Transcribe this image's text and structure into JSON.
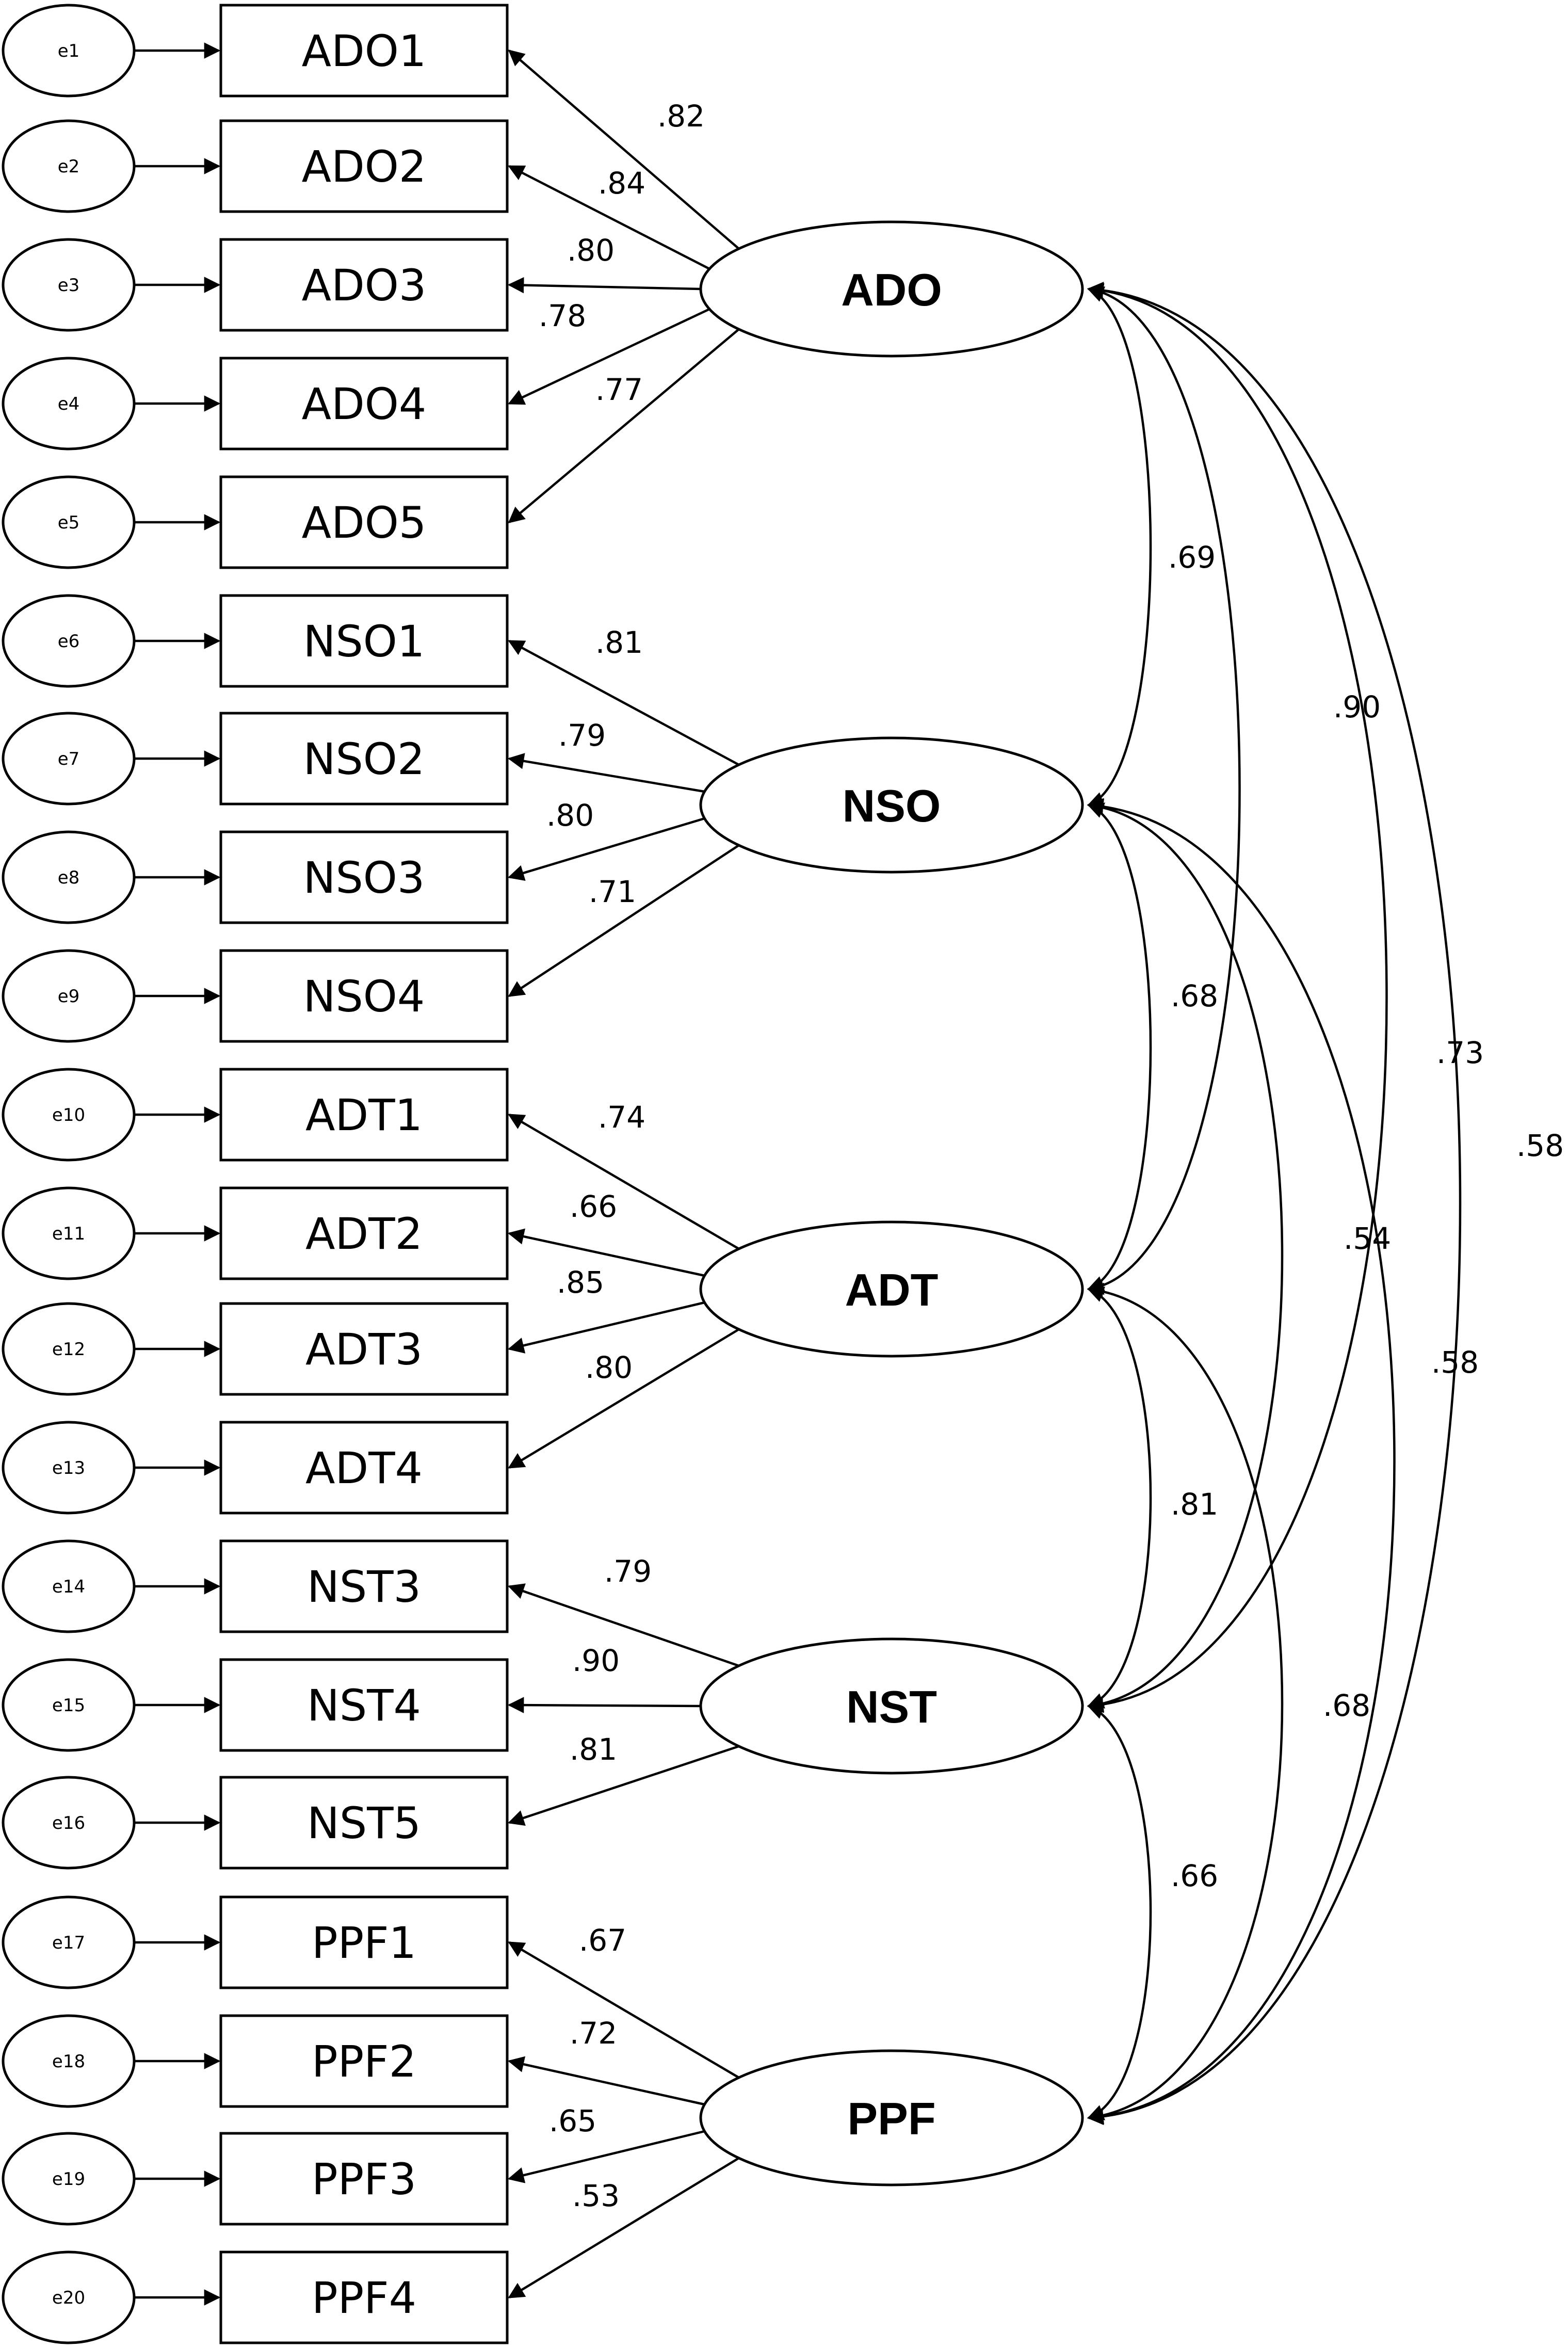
{
  "errors": [
    "e1",
    "e2",
    "e3",
    "e4",
    "e5",
    "e6",
    "e7",
    "e8",
    "e9",
    "e10",
    "e11",
    "e12",
    "e13",
    "e14",
    "e15",
    "e16",
    "e17",
    "e18",
    "e19",
    "e20"
  ],
  "indicators": [
    "ADO1",
    "ADO2",
    "ADO3",
    "ADO4",
    "ADO5",
    "NSO1",
    "NSO2",
    "NSO3",
    "NSO4",
    "ADT1",
    "ADT2",
    "ADT3",
    "ADT4",
    "NST3",
    "NST4",
    "NST5",
    "PPF1",
    "PPF2",
    "PPF3",
    "PPF4"
  ],
  "latents": [
    {
      "name": "ADO",
      "indicators": [
        0,
        1,
        2,
        3,
        4
      ],
      "loadings": [
        ".82",
        ".84",
        ".80",
        ".78",
        ".77"
      ]
    },
    {
      "name": "NSO",
      "indicators": [
        5,
        6,
        7,
        8
      ],
      "loadings": [
        ".81",
        ".79",
        ".80",
        ".71"
      ]
    },
    {
      "name": "ADT",
      "indicators": [
        9,
        10,
        11,
        12
      ],
      "loadings": [
        ".74",
        ".66",
        ".85",
        ".80"
      ]
    },
    {
      "name": "NST",
      "indicators": [
        13,
        14,
        15
      ],
      "loadings": [
        ".79",
        ".90",
        ".81"
      ]
    },
    {
      "name": "PPF",
      "indicators": [
        16,
        17,
        18,
        19
      ],
      "loadings": [
        ".67",
        ".72",
        ".65",
        ".53"
      ]
    }
  ],
  "covariances": [
    {
      "from": "ADO",
      "to": "NSO",
      "value": ".69"
    },
    {
      "from": "NSO",
      "to": "ADT",
      "value": ".68"
    },
    {
      "from": "ADT",
      "to": "NST",
      "value": ".81"
    },
    {
      "from": "NST",
      "to": "PPF",
      "value": ".66"
    },
    {
      "from": "ADO",
      "to": "ADT",
      "value": ".90"
    },
    {
      "from": "NSO",
      "to": "NST",
      "value": ".54"
    },
    {
      "from": "ADT",
      "to": "PPF",
      "value": ".68"
    },
    {
      "from": "ADO",
      "to": "NST",
      "value": ".73"
    },
    {
      "from": "NSO",
      "to": "PPF",
      "value": ".58"
    },
    {
      "from": "ADO",
      "to": "PPF",
      "value": ".58"
    }
  ]
}
